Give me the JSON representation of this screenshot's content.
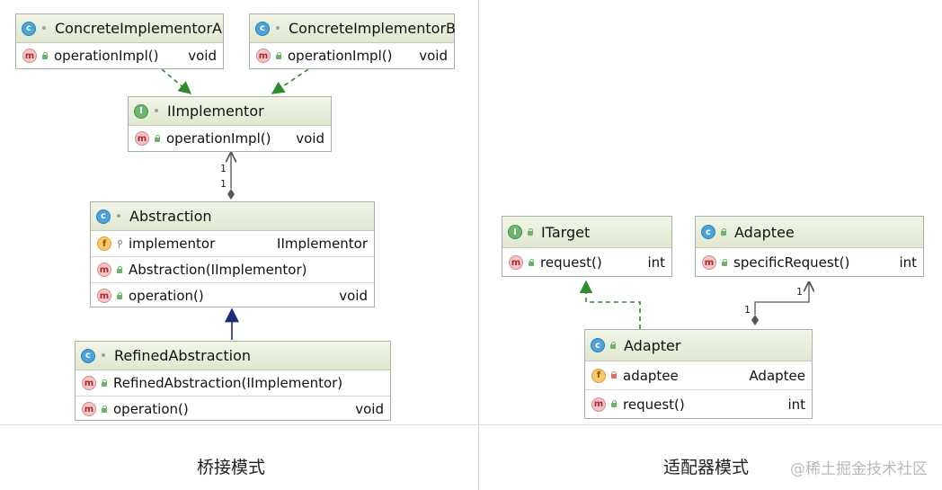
{
  "bridge": {
    "caption": "桥接模式",
    "classes": {
      "impl_a": {
        "name": "ConcreteImplementorA",
        "badge": "c",
        "members": [
          {
            "kind": "m",
            "name": "operationImpl()",
            "type": "void"
          }
        ]
      },
      "impl_b": {
        "name": "ConcreteImplementorB",
        "badge": "c",
        "members": [
          {
            "kind": "m",
            "name": "operationImpl()",
            "type": "void"
          }
        ]
      },
      "iimplementor": {
        "name": "IImplementor",
        "badge": "I",
        "members": [
          {
            "kind": "m",
            "name": "operationImpl()",
            "type": "void"
          }
        ]
      },
      "abstraction": {
        "name": "Abstraction",
        "badge": "c",
        "field": {
          "kind": "f",
          "name": "implementor",
          "type": "IImplementor"
        },
        "ctor": {
          "kind": "m",
          "name": "Abstraction(IImplementor)",
          "type": ""
        },
        "method": {
          "kind": "m",
          "name": "operation()",
          "type": "void"
        }
      },
      "refined": {
        "name": "RefinedAbstraction",
        "badge": "c",
        "ctor": {
          "kind": "m",
          "name": "RefinedAbstraction(IImplementor)",
          "type": ""
        },
        "method": {
          "kind": "m",
          "name": "operation()",
          "type": "void"
        }
      }
    },
    "multiplicity": {
      "top": "1",
      "bottom": "1"
    }
  },
  "adapter": {
    "caption": "适配器模式",
    "classes": {
      "itarget": {
        "name": "ITarget",
        "badge": "I",
        "method": {
          "kind": "m",
          "name": "request()",
          "type": "int"
        }
      },
      "adaptee": {
        "name": "Adaptee",
        "badge": "c",
        "method": {
          "kind": "m",
          "name": "specificRequest()",
          "type": "int"
        }
      },
      "adapter": {
        "name": "Adapter",
        "badge": "c",
        "field": {
          "kind": "f",
          "name": "adaptee",
          "type": "Adaptee"
        },
        "method": {
          "kind": "m",
          "name": "request()",
          "type": "int"
        }
      }
    },
    "multiplicity": {
      "upper": "1",
      "lower": "1"
    }
  },
  "watermark": "@稀土掘金技术社区",
  "colors": {
    "header_top": "#f1f6e8",
    "header_bottom": "#e0e7cf",
    "realization": "#2e8b2e",
    "generalization": "#1e2a78",
    "association": "#555555"
  }
}
